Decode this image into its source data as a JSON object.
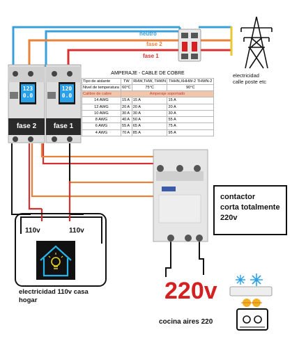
{
  "wires": {
    "neutro": "neutro",
    "fase2": "fase 2",
    "fase1": "fase 1"
  },
  "source_label": [
    "electricidad",
    "calle  poste etc"
  ],
  "meters": {
    "left": {
      "display_top": "123",
      "display_bottom": "0.0",
      "label": "fase 2"
    },
    "right": {
      "display_top": "120",
      "display_bottom": "0.0",
      "label": "fase 1"
    }
  },
  "amp_table": {
    "title": "AMPERAJE - CABLE DE COBRE",
    "header_rows": [
      [
        "Tipo de aislante",
        "TW",
        "RHW,THW, THWN",
        "THHN,XHHW-2 THWN-2"
      ],
      [
        "Nivel de temperatura",
        "60°C",
        "75°C",
        "90°C"
      ]
    ],
    "subheader": [
      "Calibre de cabre",
      "Amperaje soportado"
    ],
    "rows": [
      [
        "14  AWG",
        "15 A",
        "15 A",
        "15 A"
      ],
      [
        "12  AWG",
        "20 A",
        "20 A",
        "20 A"
      ],
      [
        "10  AWG",
        "30 A",
        "30 A",
        "30 A"
      ],
      [
        "8  AWG",
        "40 A",
        "50 A",
        "55 A"
      ],
      [
        "6  AWG",
        "55 A",
        "65 A",
        "75 A"
      ],
      [
        "4  AWG",
        "70 A",
        "85 A",
        "95 A"
      ]
    ]
  },
  "contactor_box": [
    "contactor",
    "corta totalmente",
    "220v"
  ],
  "home_box": {
    "left": "110v",
    "right": "110v"
  },
  "home_caption": [
    "electricidad 110v  casa",
    "hogar"
  ],
  "voltage_220": "220v",
  "appliances_caption": "cocina aires 220",
  "colors": {
    "neutro": "#3aa0dc",
    "fase2": "#e8823a",
    "fase1": "#d83030",
    "yellow": "#e8c832",
    "black": "#111111",
    "table_highlight": "#f2c5ad",
    "voltage_text": "#d42020"
  },
  "icons": [
    "transmission-tower-icon",
    "breaker-icon",
    "energy-meter-icon",
    "house-bulb-icon",
    "contactor-icon",
    "air-conditioner-icon",
    "cooktop-icon"
  ]
}
